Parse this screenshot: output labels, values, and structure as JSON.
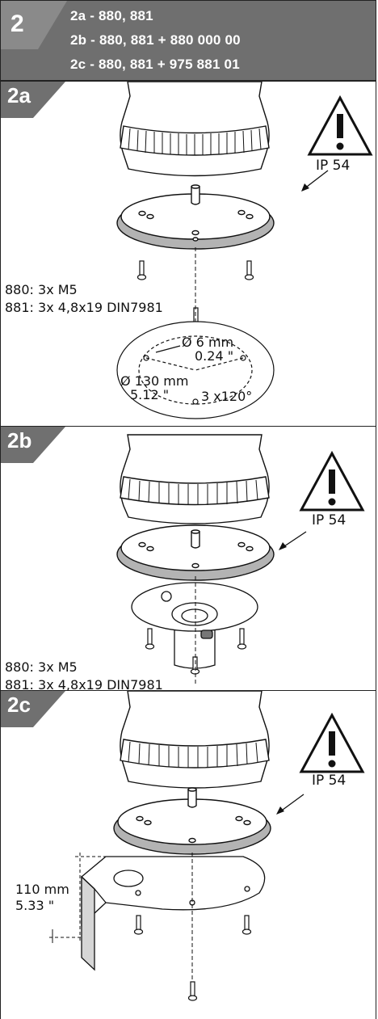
{
  "header": {
    "number": "2",
    "lines": [
      "2a - 880, 881",
      "2b - 880, 881 + 880 000 00",
      "2c - 880, 881 + 975 881 01"
    ]
  },
  "sections": {
    "a": {
      "label": "2a",
      "ip": "IP 54",
      "screw_880": "880: 3x M5",
      "screw_881": "881: 3x 4,8x19 DIN7981",
      "hole_dia_mm": "Ø 6 mm",
      "hole_dia_in": "0.24 \"",
      "circle_mm": "Ø 130 mm",
      "circle_in": "5.12 \"",
      "angle": "3 x120°"
    },
    "b": {
      "label": "2b",
      "ip": "IP 54",
      "screw_880": "880: 3x M5",
      "screw_881": "881: 3x 4,8x19 DIN7981"
    },
    "c": {
      "label": "2c",
      "ip": "IP 54",
      "height_mm": "110 mm",
      "height_in": "5.33 \""
    }
  },
  "colors": {
    "header_bg": "#6f6f6f",
    "tab_bg": "#707070",
    "base_gray": "#b3b3b3"
  }
}
